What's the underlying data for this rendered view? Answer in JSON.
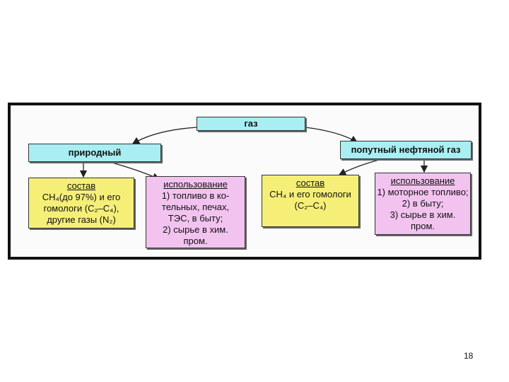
{
  "diagram": {
    "root": {
      "label": "газ"
    },
    "natural": {
      "label": "природный"
    },
    "associated": {
      "label": "попутный нефтяной газ"
    },
    "natural_composition": {
      "heading": "состав",
      "lines": [
        "CH₄(до 97%) и его",
        "гомологи (C₂–C₄),",
        "другие газы (N₂)"
      ]
    },
    "natural_usage": {
      "heading": "использование",
      "lines": [
        "1) топливо в ко-",
        "тельных, печах,",
        "ТЭС, в быту;",
        "2) сырье в хим.",
        "пром."
      ]
    },
    "associated_composition": {
      "heading": "состав",
      "lines": [
        "CH₄ и его гомологи",
        "(C₂–C₄)"
      ]
    },
    "associated_usage": {
      "heading": "использование",
      "lines": [
        "1) моторное топливо;",
        "2) в быту;",
        "3) сырье в хим.",
        "пром."
      ]
    }
  },
  "page_number": "18",
  "colors": {
    "cyan": "#a8eef2",
    "yellow": "#f5ef78",
    "pink": "#f3c3f0"
  }
}
